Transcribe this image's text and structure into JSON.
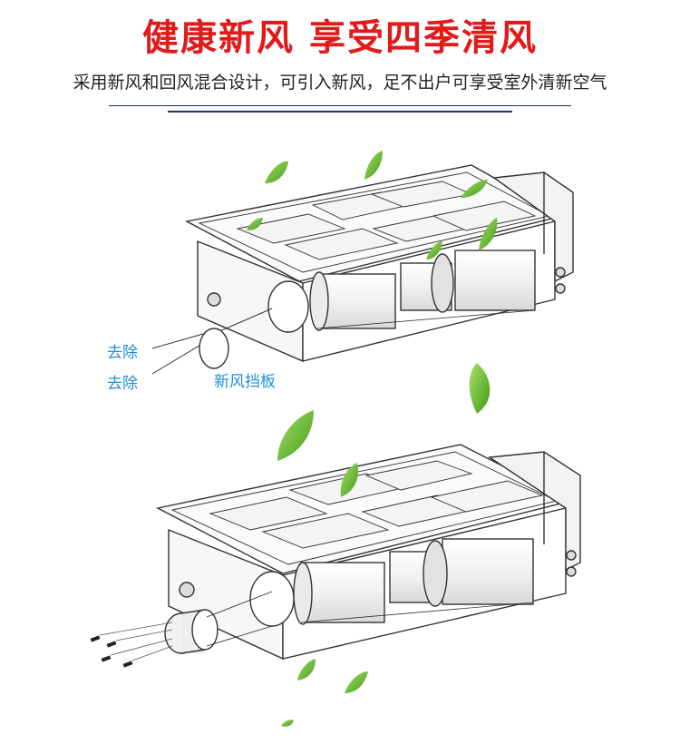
{
  "header": {
    "title": "健康新风 享受四季清风",
    "subtitle": "采用新风和回风混合设计，可引入新风，足不出户可享受室外清新空气"
  },
  "diagram_top": {
    "labels": [
      "去除",
      "去除",
      "新风挡板"
    ]
  },
  "colors": {
    "title_red": "#e11a1a",
    "label_blue": "#1e8fd6",
    "rule_navy": "#1b2f6b",
    "leaf_green": "#6cc334"
  }
}
